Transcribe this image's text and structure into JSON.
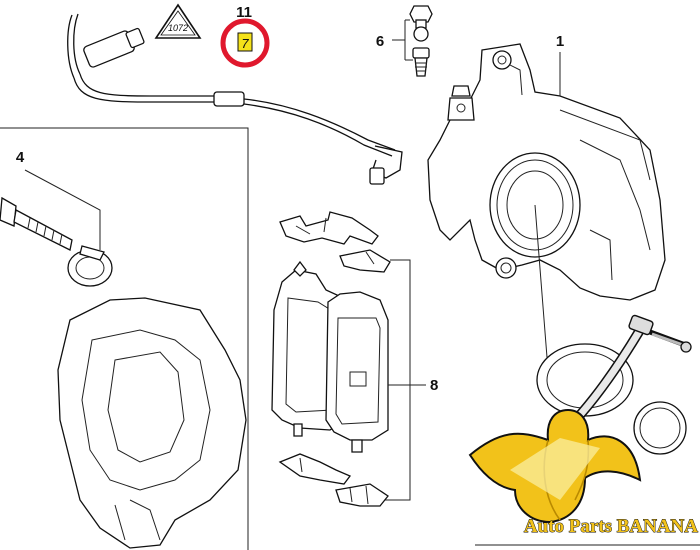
{
  "diagram": {
    "callouts": {
      "c1": "1",
      "c4": "4",
      "c6": "6",
      "c8": "8",
      "c11": "11"
    },
    "highlight": {
      "label": "7",
      "ring_color": "#e0182d",
      "box_color": "#f5e21a"
    },
    "warning_label_text": "1072",
    "watermark": {
      "text": "Auto Parts BANANA",
      "primary_color": "#f2c21a",
      "shadow_color": "#111111"
    }
  }
}
